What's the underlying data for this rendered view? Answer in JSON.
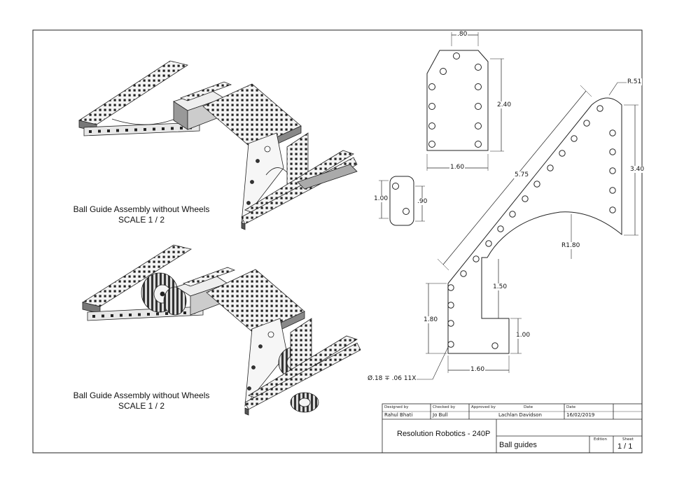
{
  "views": {
    "top_caption_line1": "Ball Guide Assembly without Wheels",
    "top_caption_line2": "SCALE 1 / 2",
    "bottom_caption_line1": "Ball Guide Assembly without Wheels",
    "bottom_caption_line2": "SCALE 1 / 2"
  },
  "plate_dims": {
    "top_width": ".80",
    "height": "2.40",
    "bottom_width": "1.60"
  },
  "small_plate_dims": {
    "left_height": "1.00",
    "right_height": ".90"
  },
  "guide_dims": {
    "radius_tip": "R.51",
    "length": "5.75",
    "right_height": "3.40",
    "arc_radius": "R1.80",
    "notch_height": "1.50",
    "left_height": "1.80",
    "foot_height": "1.00",
    "bottom_width": "1.60",
    "hole_callout": "Ø.18 ∓ .06 11X"
  },
  "title_block": {
    "designed_by_label": "Designed by",
    "designed_by": "Rahul Bhati",
    "checked_by_label": "Checked by",
    "checked_by": "Jo Bull",
    "approved_by_label": "Approved by",
    "approved_by": "Lachlan Davidson",
    "date_label_1": "Date",
    "date_label_2": "Date",
    "date": "16/02/2019",
    "company": "Resolution Robotics - 240P",
    "part_name": "Ball guides",
    "edition_label": "Edition",
    "sheet_label": "Sheet",
    "sheet": "1 / 1"
  }
}
